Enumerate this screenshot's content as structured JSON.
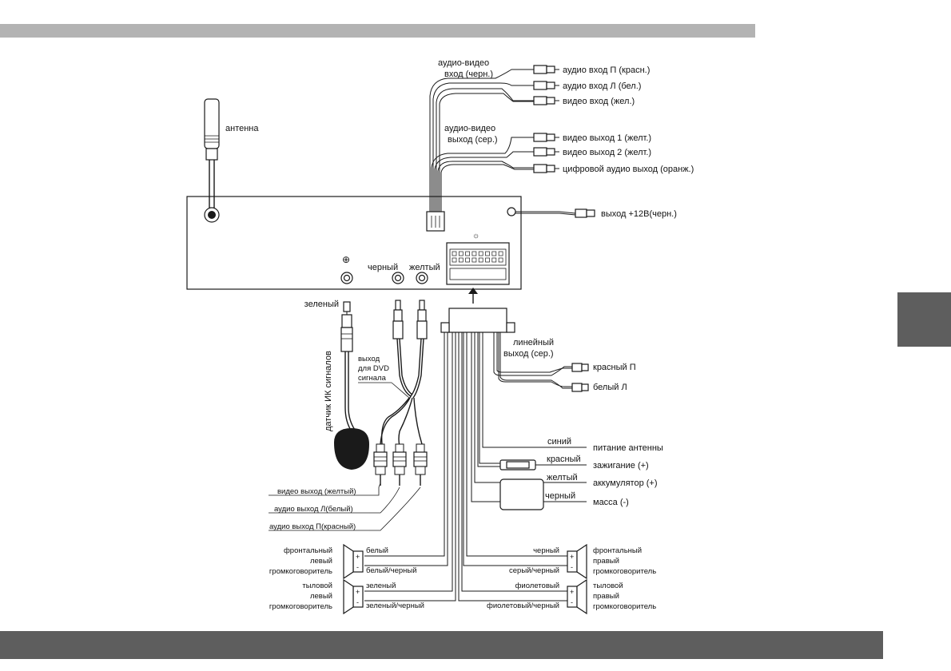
{
  "labels": {
    "antenna": "антенна",
    "av_in": [
      "аудио-видео",
      "вход (черн.)"
    ],
    "audio_in_r": "аудио вход П (красн.)",
    "audio_in_l": "аудио вход Л (бел.)",
    "video_in": "видео вход (жел.)",
    "av_out": [
      "аудио-видео",
      "выход (сер.)"
    ],
    "video_out_1": "видео выход 1 (желт.)",
    "video_out_2": "видео выход 2 (желт.)",
    "digital_out": "цифровой аудио выход (оранж.)",
    "out_12v": "выход +12В(черн.)",
    "black": "черный",
    "yellow": "желтый",
    "green": "зеленый",
    "ir_sensor": "датчик ИК сигналов",
    "dvd_out": [
      "выход",
      "для DVD",
      "сигнала"
    ],
    "line_out": [
      "линейный",
      "выход (сер.)"
    ],
    "red_r": "красный П",
    "white_l": "белый Л",
    "video_out_yellow": "видео выход (желтый)",
    "audio_out_l_white": "аудио выход Л(белый)",
    "audio_out_r_red": "аудио выход П(красный)",
    "blue": "синий",
    "antenna_power": "питание антенны",
    "red": "красный",
    "ignition": "зажигание (+)",
    "yellow_wire": "желтый",
    "battery": "аккумулятор (+)",
    "black_wire": "черный",
    "ground": "масса (-)",
    "front_left": [
      "фронтальный",
      "левый",
      "громкоговоритель"
    ],
    "rear_left": [
      "тыловой",
      "левый",
      "громкоговоритель"
    ],
    "front_right": [
      "фронтальный",
      "правый",
      "громкоговоритель"
    ],
    "rear_right": [
      "тыловой",
      "правый",
      "громкоговоритель"
    ],
    "white": "белый",
    "white_black": "белый/черный",
    "green_w": "зеленый",
    "green_black": "зеленый/черный",
    "black_r": "черный",
    "gray_black": "серый/черный",
    "violet": "фиолетовый",
    "violet_black": "фиолетовый/черный",
    "plus": "+",
    "minus": "-"
  }
}
